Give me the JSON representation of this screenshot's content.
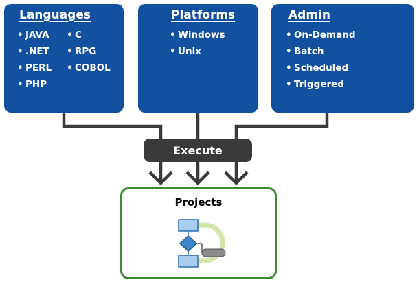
{
  "boxes": {
    "languages": {
      "title": "Languages",
      "col1": [
        "JAVA",
        ".NET",
        "PERL",
        "PHP"
      ],
      "col2": [
        "C",
        "RPG",
        "COBOL"
      ]
    },
    "platforms": {
      "title": "Platforms",
      "items": [
        "Windows",
        "Unix"
      ]
    },
    "admin": {
      "title": "Admin",
      "items": [
        "On-Demand",
        "Batch",
        "Scheduled",
        "Triggered"
      ]
    }
  },
  "execute": {
    "label": "Execute"
  },
  "projects": {
    "title": "Projects",
    "icon": "flowchart-icon"
  },
  "colors": {
    "box_blue": "#1151a0",
    "execute_gray": "#3a3a3a",
    "connector": "#3a3a3a",
    "projects_border": "#3d8a33"
  }
}
